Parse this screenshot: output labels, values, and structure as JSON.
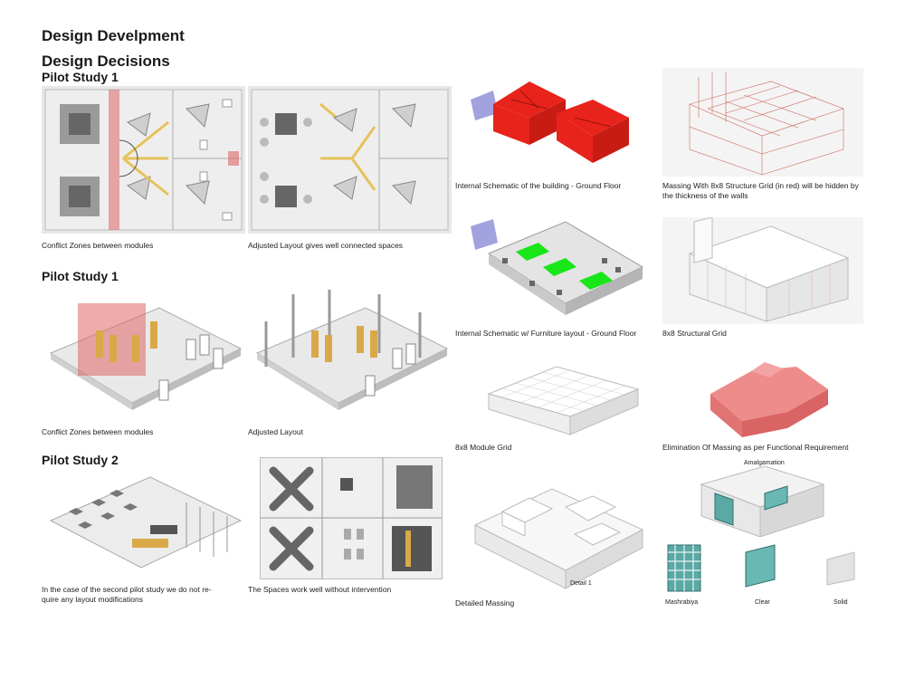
{
  "title": "Design Develpment",
  "subtitle": "Design Decisions",
  "sections": [
    {
      "heading": "Pilot Study 1"
    },
    {
      "heading": "Pilot Study 1"
    },
    {
      "heading": "Pilot Study 2"
    }
  ],
  "captions": {
    "row1_left": "Conflict Zones between modules",
    "row1_right": "Adjusted Layout gives well connected spaces",
    "row2_left": "Conflict Zones between modules",
    "row2_right": "Adjusted Layout",
    "row3_left_line1": "In the case of the second pilot study we do not re-",
    "row3_left_line2": "quire any layout modifications",
    "row3_right": "The Spaces work well without intervention",
    "schematic_ground": "Internal Schematic of the building - Ground Floor",
    "massing_grid_line1": "Massing With 8x8 Structure Grid (in red) will be hidden by",
    "massing_grid_line2": "the thickness of the walls",
    "schematic_furniture": "Internal Schematic w/ Furniture layout - Ground Floor",
    "structural_grid": "8x8 Structural Grid",
    "module_grid": "8x8 Module Grid",
    "elimination": "Elimination Of Massing as per Functional Requirement",
    "detailed_massing": "Detailed Massing",
    "detail_label": "Detail 1",
    "amalgamation": "Amalgamation",
    "mashrabiya": "Mashrabiya",
    "clear": "Clear",
    "solid": "Solid"
  },
  "colors": {
    "conflict_red": "#e06666",
    "schematic_red": "#e8231b",
    "grid_red": "#c0392b",
    "green": "#19e619",
    "massing_pink": "#ee8b8b",
    "glass_teal": "#5aa9a5"
  }
}
